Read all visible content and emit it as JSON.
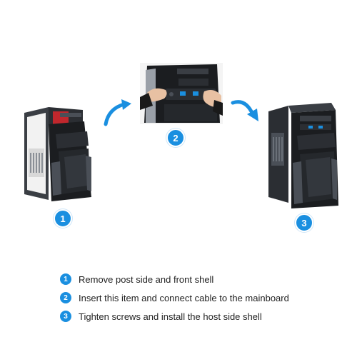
{
  "colors": {
    "accent": "#1a8fe0",
    "case_dark": "#1b1d20",
    "case_mid": "#2b2e33",
    "case_light": "#4a4f57",
    "case_red": "#c0272d",
    "skin": "#e8c1a3"
  },
  "figures": [
    {
      "label": "1",
      "description_icon": "pc-case-open-side"
    },
    {
      "label": "2",
      "description_icon": "hands-installing-front-panel"
    },
    {
      "label": "3",
      "description_icon": "pc-case-assembled"
    }
  ],
  "steps": [
    {
      "num": "1",
      "text": "Remove post side and front shell"
    },
    {
      "num": "2",
      "text": "Insert this item and connect cable to the mainboard"
    },
    {
      "num": "3",
      "text": "Tighten screws and install the host side shell"
    }
  ]
}
